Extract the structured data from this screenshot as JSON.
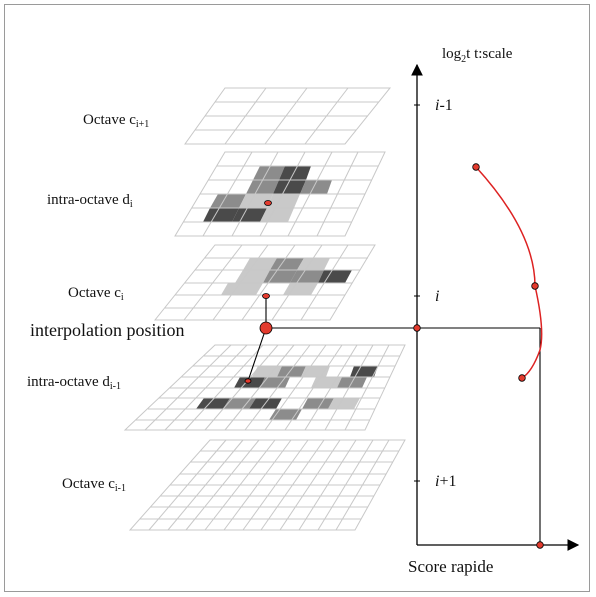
{
  "axis": {
    "y_title_base": "log",
    "y_title_sub": "2",
    "y_title_rest": "t  t:scale",
    "x_title": "Score rapide",
    "ticks": [
      {
        "prefix": "",
        "italic": "i",
        "suffix": "-1"
      },
      {
        "prefix": "",
        "italic": "i",
        "suffix": ""
      },
      {
        "prefix": "",
        "italic": "i",
        "suffix": "+1"
      }
    ]
  },
  "layers": [
    {
      "base": "Octave c",
      "sub": "i+1"
    },
    {
      "base": "intra-octave d",
      "sub": "i"
    },
    {
      "base": "Octave c",
      "sub": "i"
    },
    {
      "base": "intra-octave d",
      "sub": "i-1"
    },
    {
      "base": "Octave c",
      "sub": "i-1"
    }
  ],
  "interpolation_label": "interpolation position",
  "colors": {
    "curve": "#dd2222",
    "point_fill": "#e33b2e",
    "grid_line": "#c8c8c8",
    "dark_cell": "#4a4a4a",
    "mid_cell": "#8c8c8c",
    "light_cell": "#c9c9c9",
    "axis": "#000000"
  }
}
